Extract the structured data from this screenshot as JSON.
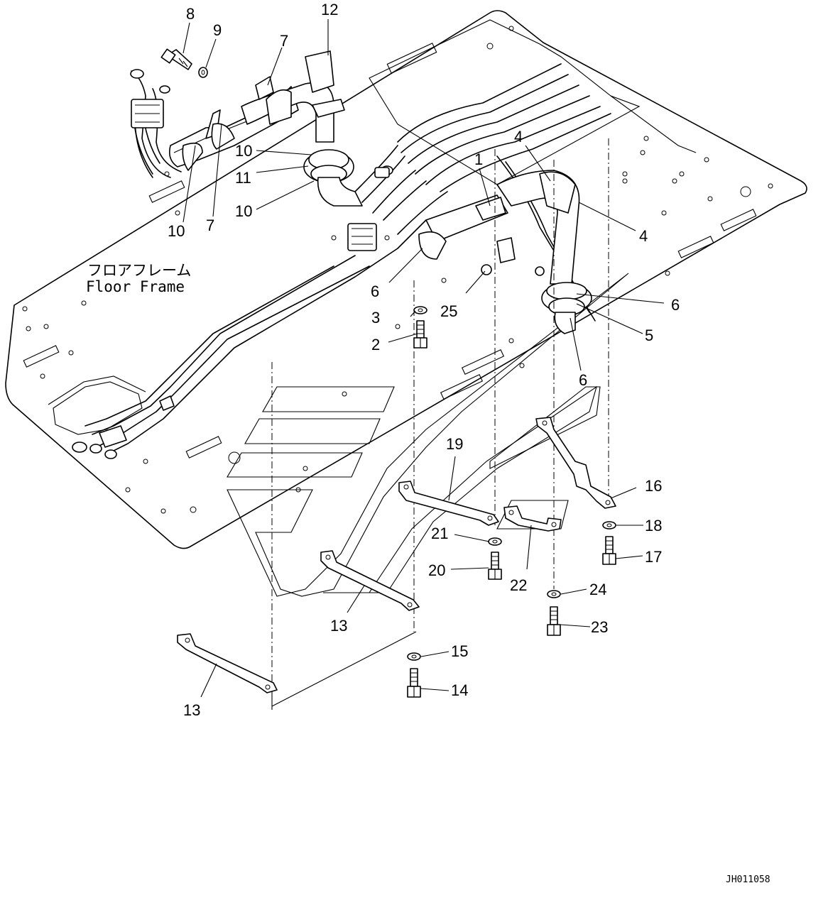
{
  "diagram": {
    "caption_jp": "フロアフレーム",
    "caption_en": "Floor Frame",
    "drawing_code": "JH011058",
    "callouts": [
      "8",
      "9",
      "12",
      "7",
      "10",
      "11",
      "10",
      "10",
      "7",
      "1",
      "4",
      "4",
      "6",
      "3",
      "2",
      "25",
      "6",
      "5",
      "6",
      "19",
      "16",
      "18",
      "17",
      "21",
      "20",
      "22",
      "24",
      "23",
      "13",
      "15",
      "14",
      "13"
    ]
  }
}
